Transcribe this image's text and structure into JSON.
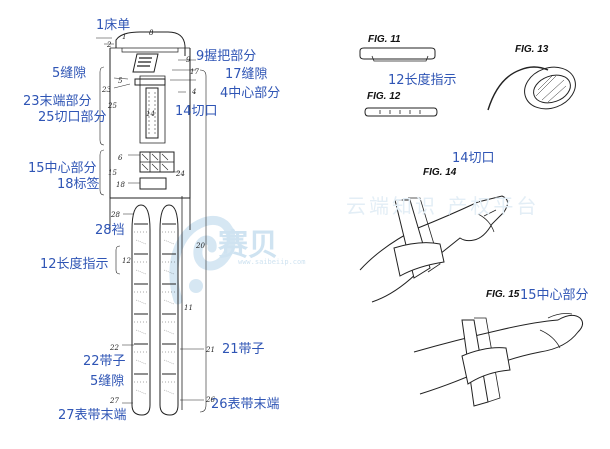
{
  "watermark": {
    "brand": "赛贝",
    "tagline": "云端知识 产权平台",
    "url": "www.saibeiip.com",
    "color": "#cfe3f1"
  },
  "figures": {
    "fig11": "FIG. 11",
    "fig12": "FIG. 12",
    "fig13": "FIG. 13",
    "fig14": "FIG. 14",
    "fig15": "FIG. 15"
  },
  "annotations": {
    "a1": "1床单",
    "a9": "9握把部分",
    "a5": "5缝隙",
    "a17": "17缝隙",
    "a23": "23末端部分",
    "a4": "4中心部分",
    "a25": "25切口部分",
    "a14": "14切口",
    "a15": "15中心部分",
    "a18": "18标签",
    "a28": "28裆",
    "a12": "12长度指示",
    "a22": "22带子",
    "a21": "21带子",
    "a5b": "5缝隙",
    "a27": "27表带末端",
    "a26": "26表带末端",
    "a12r": "12长度指示",
    "a14r": "14切口",
    "a15r": "15中心部分",
    "color": "#2f55b5"
  },
  "ref_numbers": {
    "n1": "1",
    "n2": "2",
    "n8": "8",
    "n9": "9",
    "n17": "17",
    "n5": "5",
    "n4": "4",
    "n23": "23",
    "n25": "25",
    "n14": "14",
    "n6": "6",
    "n15": "15",
    "n24": "24",
    "n18": "18",
    "n28": "28",
    "n20": "20",
    "n12": "12",
    "n11": "11",
    "n22": "22",
    "n21": "21",
    "n27": "27",
    "n26": "26"
  }
}
